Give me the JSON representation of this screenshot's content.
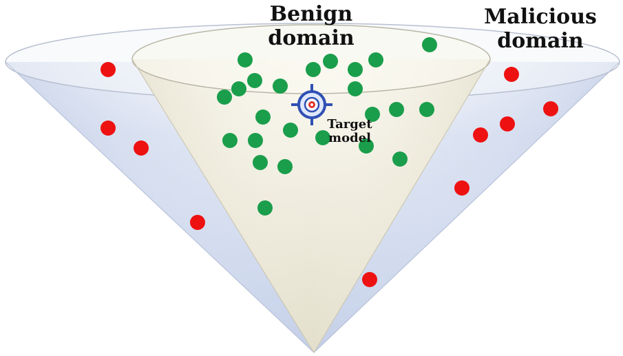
{
  "labels": {
    "benign_line1": "Benign",
    "benign_line2": "domain",
    "malicious_line1": "Malicious",
    "malicious_line2": "domain",
    "target_line1": "Target",
    "target_line2": "model"
  },
  "colors": {
    "benign_point": "#1a9e4b",
    "malicious_point": "#ee1111",
    "outer_cone_rim": "#c9d3e6",
    "inner_cone_fill": "#efece0",
    "target_icon": "#2f4fb3",
    "target_center": "#e0322a"
  },
  "icons": [
    "crosshair-target-icon"
  ]
}
